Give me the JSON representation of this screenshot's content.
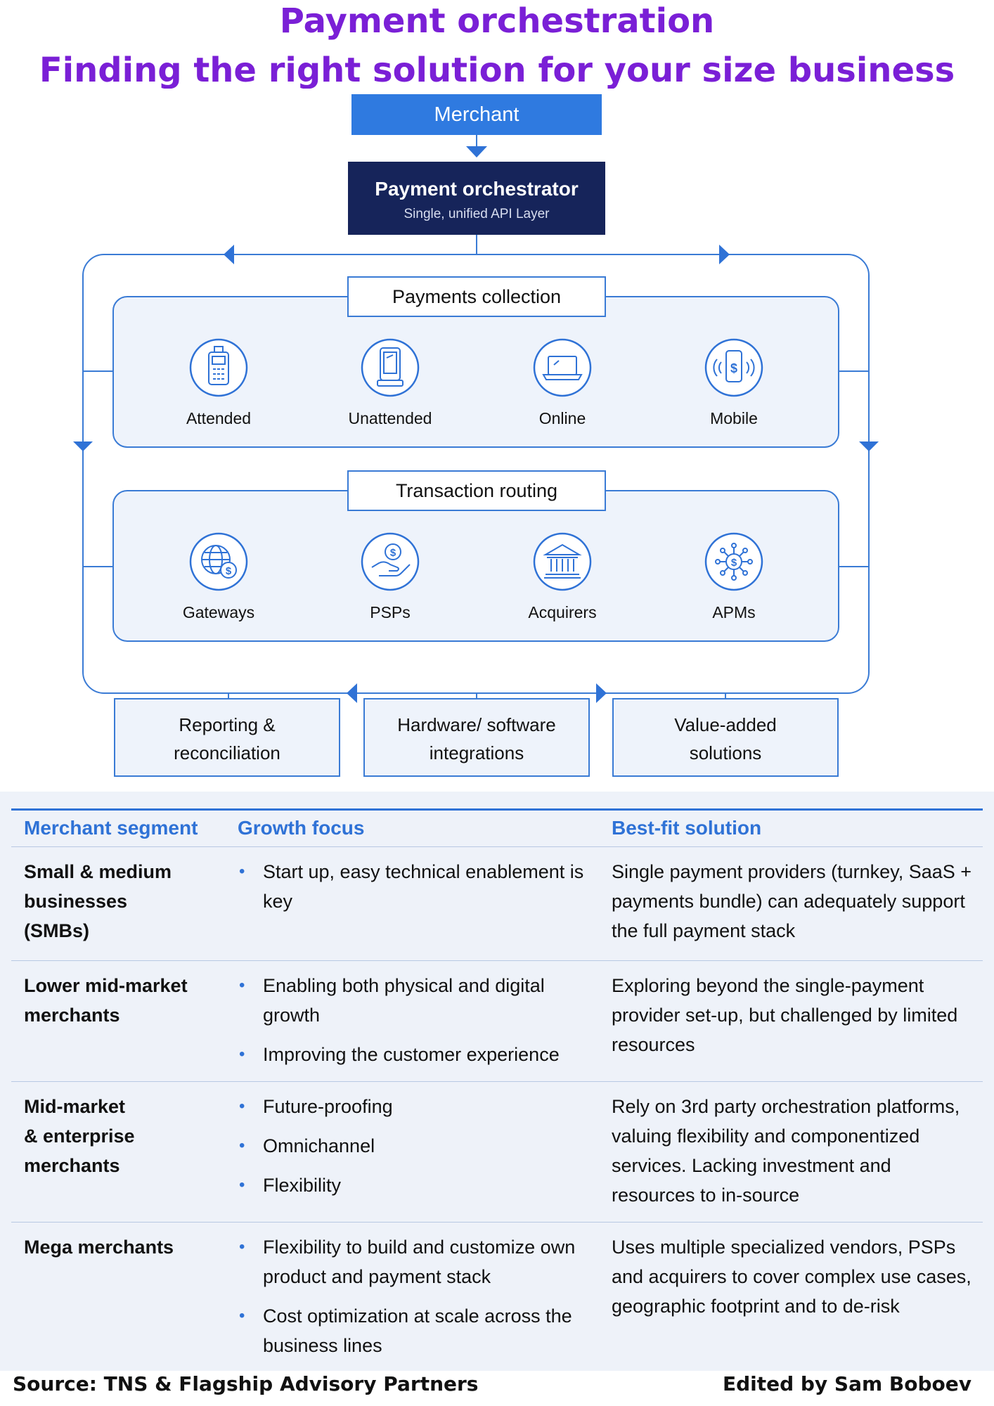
{
  "title": {
    "line1": "Payment orchestration",
    "line2": "Finding the right solution for your size business"
  },
  "diagram": {
    "merchant": "Merchant",
    "orchestrator": {
      "title": "Payment orchestrator",
      "subtitle": "Single, unified API Layer"
    },
    "collection": {
      "label": "Payments collection",
      "items": [
        {
          "label": "Attended",
          "icon": "pos-terminal-icon"
        },
        {
          "label": "Unattended",
          "icon": "kiosk-icon"
        },
        {
          "label": "Online",
          "icon": "laptop-icon"
        },
        {
          "label": "Mobile",
          "icon": "mobile-payment-icon"
        }
      ]
    },
    "routing": {
      "label": "Transaction routing",
      "items": [
        {
          "label": "Gateways",
          "icon": "globe-dollar-icon"
        },
        {
          "label": "PSPs",
          "icon": "hand-coin-icon"
        },
        {
          "label": "Acquirers",
          "icon": "bank-icon"
        },
        {
          "label": "APMs",
          "icon": "network-dollar-icon"
        }
      ]
    },
    "outputs": [
      {
        "line1": "Reporting &",
        "line2": "reconciliation"
      },
      {
        "line1": "Hardware/ software",
        "line2": "integrations"
      },
      {
        "line1": "Value-added",
        "line2": "solutions"
      }
    ],
    "colors": {
      "accent": "#2f72d6",
      "dark": "#16245a",
      "panel": "#eef3fb",
      "line": "#3a7bd5"
    }
  },
  "table": {
    "headers": [
      "Merchant segment",
      "Growth focus",
      "Best-fit solution"
    ],
    "rows": [
      {
        "segment": [
          "Small & medium",
          "businesses",
          "(SMBs)"
        ],
        "focus": [
          "Start up, easy technical enablement is key"
        ],
        "solution": "Single payment providers (turnkey, SaaS + payments bundle) can adequately support the full payment stack"
      },
      {
        "segment": [
          "Lower mid-market",
          "merchants"
        ],
        "focus": [
          "Enabling both physical and digital growth",
          "Improving the customer experience"
        ],
        "solution": "Exploring beyond the single-payment provider set-up, but challenged by limited resources"
      },
      {
        "segment": [
          "Mid-market",
          "& enterprise",
          "merchants"
        ],
        "focus": [
          "Future-proofing",
          "Omnichannel",
          "Flexibility"
        ],
        "solution": "Rely on 3rd party orchestration platforms, valuing flexibility and componentized services. Lacking investment and resources to in-source"
      },
      {
        "segment": [
          "Mega merchants"
        ],
        "focus": [
          "Flexibility to build and customize own product and payment stack",
          "Cost optimization at scale across the business lines"
        ],
        "solution": "Uses multiple specialized vendors, PSPs and acquirers to cover complex use cases, geographic footprint and to de-risk"
      }
    ]
  },
  "footer": {
    "source": "Source: TNS & Flagship Advisory Partners",
    "editor": "Edited by Sam Boboev"
  }
}
